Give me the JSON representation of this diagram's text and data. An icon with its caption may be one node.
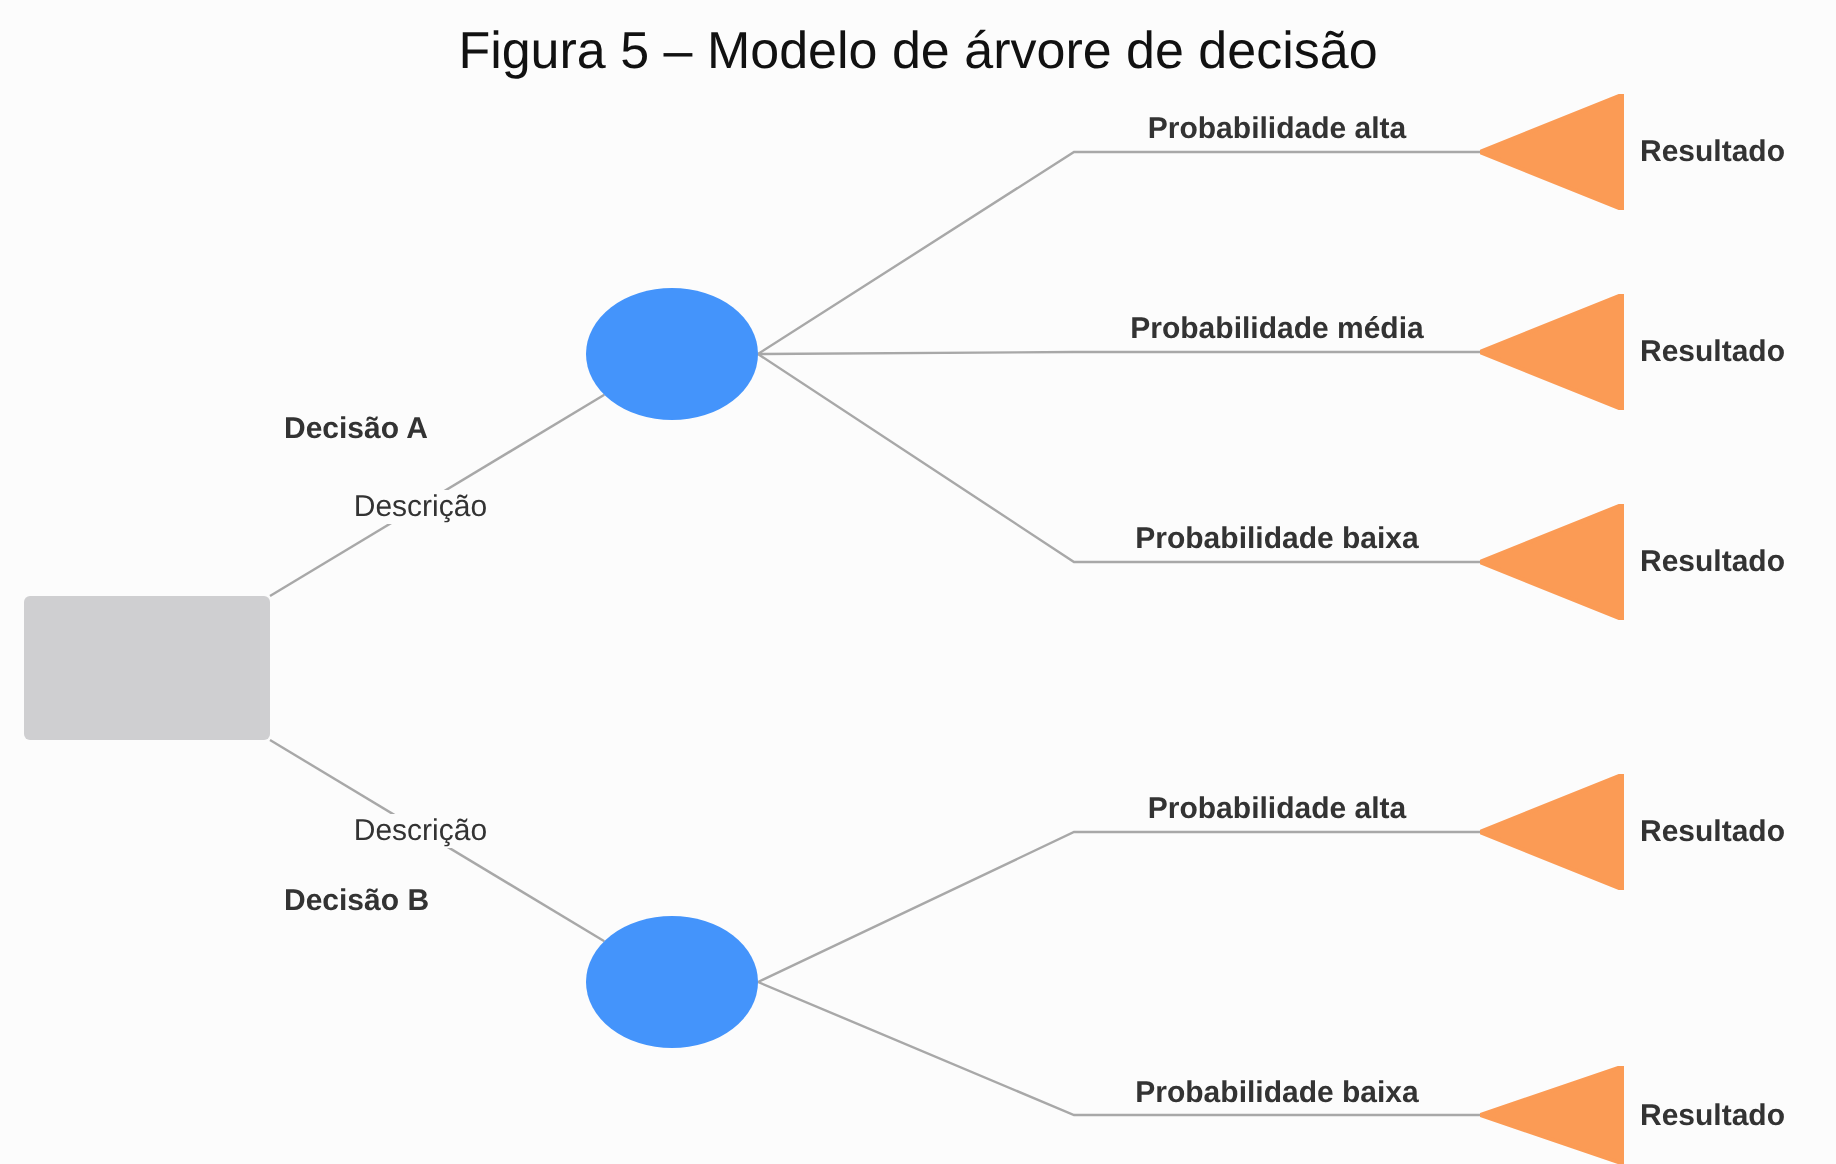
{
  "diagram": {
    "title": "Figura 5 – Modelo de árvore de decisão",
    "nodes": [
      {
        "text": [],
        "shape": "box"
      },
      {
        "text": [],
        "shape": "circle"
      },
      {
        "text": [],
        "shape": "circle"
      },
      {
        "text": [],
        "shape": "triangle",
        "beside": [
          "Resultado"
        ]
      },
      {
        "text": [],
        "shape": "triangle",
        "beside": [
          "Resultado"
        ]
      },
      {
        "text": [],
        "shape": "triangle",
        "beside": [
          "Resultado"
        ]
      },
      {
        "text": [],
        "shape": "triangle",
        "beside": [
          "Resultado"
        ]
      },
      {
        "text": [],
        "shape": "triangle",
        "beside": [
          "Resultado"
        ]
      }
    ],
    "edges": [
      {
        "from": 0,
        "to": 1,
        "arrow": "none",
        "label": "Descrição"
      },
      {
        "from": 0,
        "to": 2,
        "arrow": "none",
        "label": "Descrição"
      },
      {
        "from": 1,
        "to": 3,
        "arrow": "none",
        "label": "Probabilidade alta"
      },
      {
        "from": 1,
        "to": 4,
        "arrow": "none",
        "label": "Probabilidade média"
      },
      {
        "from": 1,
        "to": 5,
        "arrow": "none",
        "label": "Probabilidade baixa"
      },
      {
        "from": 2,
        "to": 6,
        "arrow": "none",
        "label": "Probabilidade alta"
      },
      {
        "from": 2,
        "to": 7,
        "arrow": "none",
        "label": "Probabilidade baixa"
      }
    ],
    "labels": [
      "Decisão A",
      "Decisão B"
    ]
  }
}
